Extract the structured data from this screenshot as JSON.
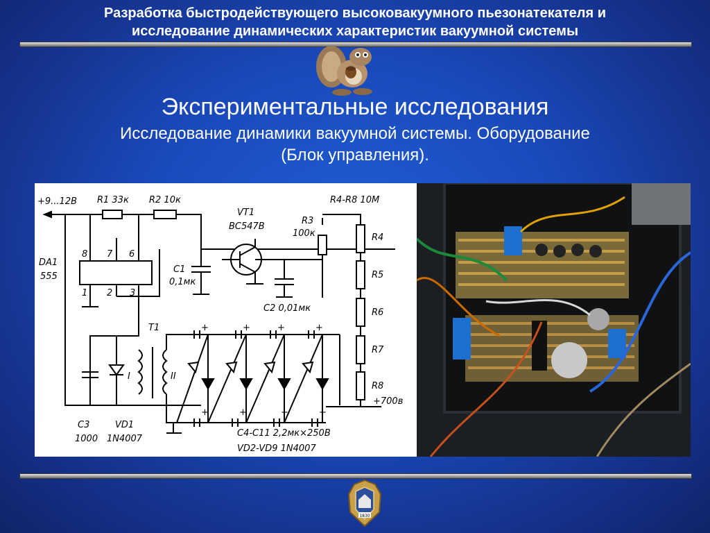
{
  "header": {
    "line1": "Разработка быстродействующего высоковакуумного пьезонатекателя и",
    "line2": "исследование динамических характеристик вакуумной системы"
  },
  "slide": {
    "title": "Экспериментальные исследования",
    "subtitle_line1": "Исследование динамики вакуумной системы. Оборудование",
    "subtitle_line2": "(Блок управления)."
  },
  "schematic": {
    "supply": "+9...12В",
    "r1": "R1 33к",
    "r2": "R2 10к",
    "vt1": "VT1",
    "vt1_model": "BC547B",
    "r3": "R3",
    "r3_val": "100к",
    "r4r8": "R4-R8 10М",
    "r4": "R4",
    "r5": "R5",
    "r6": "R6",
    "r7": "R7",
    "r8": "R8",
    "da1": "DA1",
    "da1_model": "555",
    "pin8": "8",
    "pin7": "7",
    "pin6": "6",
    "pin1": "1",
    "pin2": "2",
    "pin3": "3",
    "c1": "C1",
    "c1_val": "0,1мк",
    "c2": "C2 0,01мк",
    "t1": "T1",
    "w1": "I",
    "w2": "II",
    "c3": "C3",
    "c3_val": "1000",
    "vd1": "VD1",
    "vd1_model": "1N4007",
    "out": "+700в",
    "c4c11": "C4-C11  2,2мк×250В",
    "vd2vd9": "VD2-VD9  1N4007",
    "plus": "+"
  },
  "crest": {
    "year": "1830"
  }
}
